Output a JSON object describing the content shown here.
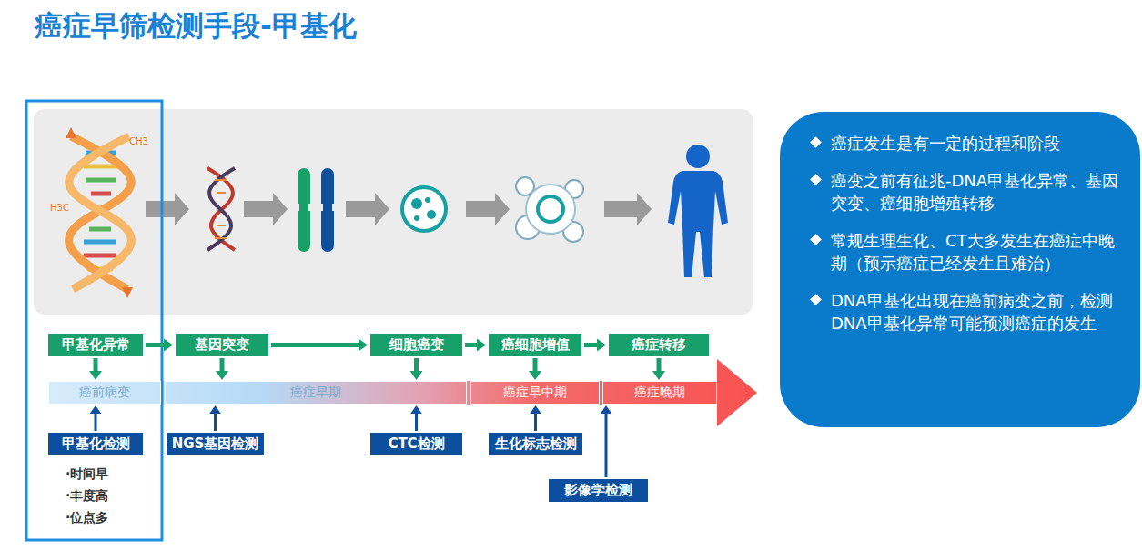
{
  "diagram": {
    "title": "癌症早筛检测手段-甲基化",
    "nodes": [
      {
        "text": [
          "甲基化异常"
        ]
      },
      {
        "text": [
          "基因突变"
        ]
      },
      {
        "text": [
          "细胞癌变"
        ]
      },
      {
        "text": [
          "癌细胞增值"
        ]
      },
      {
        "text": [
          "癌症转移"
        ]
      },
      {
        "text": [
          "癌前病变"
        ]
      },
      {
        "text": [
          "癌症早期"
        ]
      },
      {
        "text": [
          "癌症早中期"
        ]
      },
      {
        "text": [
          "癌症晚期"
        ]
      },
      {
        "text": [
          "甲基化检测"
        ]
      },
      {
        "text": [
          "NGS基因检测"
        ]
      },
      {
        "text": [
          "CTC检测"
        ]
      },
      {
        "text": [
          "生化标志检测"
        ]
      },
      {
        "text": [
          "影像学检测"
        ]
      },
      {
        "text": [
          "癌症发生是有一定的过程和阶段",
          "癌变之前有征兆-DNA甲基化异常、基因突变、癌细胞增殖转移",
          "常规生理生化、CT大多发生在癌症中晚期（预示癌症已经发生且难治）",
          "DNA甲基化出现在癌前病变之前，检测DNA甲基化异常可能预测癌症的发生"
        ]
      }
    ],
    "edges": [
      {
        "from": 0,
        "to": 1,
        "arrow": "to"
      },
      {
        "from": 1,
        "to": 2,
        "arrow": "to"
      },
      {
        "from": 2,
        "to": 3,
        "arrow": "to"
      },
      {
        "from": 3,
        "to": 4,
        "arrow": "to"
      },
      {
        "from": 0,
        "to": 5,
        "arrow": "to"
      },
      {
        "from": 1,
        "to": 6,
        "arrow": "to"
      },
      {
        "from": 2,
        "to": 6,
        "arrow": "to"
      },
      {
        "from": 3,
        "to": 7,
        "arrow": "to"
      },
      {
        "from": 4,
        "to": 8,
        "arrow": "to"
      },
      {
        "from": 9,
        "to": 5,
        "arrow": "to"
      },
      {
        "from": 10,
        "to": 6,
        "arrow": "to"
      },
      {
        "from": 11,
        "to": 6,
        "arrow": "to"
      },
      {
        "from": 12,
        "to": 7,
        "arrow": "to"
      },
      {
        "from": 13,
        "to": 8,
        "arrow": "to"
      }
    ],
    "labels": [
      "·时间早",
      "·丰度高",
      "·位点多",
      "CH3",
      "H3C"
    ]
  }
}
